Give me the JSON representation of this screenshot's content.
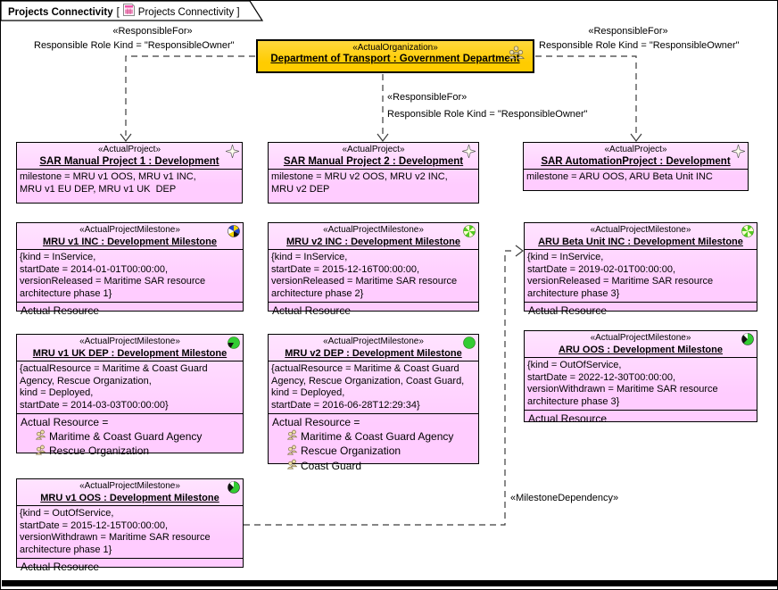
{
  "tab": {
    "title": "Projects Connectivity",
    "bracket_open": "[",
    "reference": "Projects Connectivity ]",
    "icon": "diagram-icon"
  },
  "organization": {
    "stereotype": "«ActualOrganization»",
    "name": "Department of Transport : Government Department",
    "icon": "organization-people-icon",
    "fill": "#ffcc00"
  },
  "relations": {
    "responsible_for_left": {
      "stereotype": "«ResponsibleFor»",
      "role_kind": "Responsible Role Kind = \"ResponsibleOwner\""
    },
    "responsible_for_middle": {
      "stereotype": "«ResponsibleFor»",
      "role_kind": "Responsible Role Kind = \"ResponsibleOwner\""
    },
    "responsible_for_right": {
      "stereotype": "«ResponsibleFor»",
      "role_kind": "Responsible Role Kind = \"ResponsibleOwner\""
    },
    "milestone_dependency": {
      "stereotype": "«MilestoneDependency»"
    }
  },
  "projects": [
    {
      "stereotype": "«ActualProject»",
      "name": "SAR Manual Project 1 : Development",
      "attributes": "milestone = MRU v1 OOS, MRU v1 INC,\nMRU v1 EU DEP, MRU v1 UK  DEP",
      "icon": "sparkle-icon"
    },
    {
      "stereotype": "«ActualProject»",
      "name": "SAR Manual Project 2 : Development",
      "attributes": "milestone = MRU v2 OOS, MRU v2 INC,\nMRU v2 DEP",
      "icon": "sparkle-icon"
    },
    {
      "stereotype": "«ActualProject»",
      "name": "SAR AutomationProject : Development",
      "attributes": "milestone = ARU OOS, ARU Beta Unit INC",
      "icon": "sparkle-icon"
    }
  ],
  "milestones": [
    {
      "stereotype": "«ActualProjectMilestone»",
      "name": "MRU v1 INC : Development Milestone",
      "constraints": "{kind = InService,\nstartDate = 2014-01-01T00:00:00,\nversionReleased = Maritime SAR resource\narchitecture phase 1}",
      "resource_label": "Actual Resource",
      "resources": [],
      "icon": "pie-multicolor-icon"
    },
    {
      "stereotype": "«ActualProjectMilestone»",
      "name": "MRU v2 INC : Development Milestone",
      "constraints": "{kind = InService,\nstartDate = 2015-12-16T00:00:00,\nversionReleased = Maritime SAR resource\narchitecture phase 2}",
      "resource_label": "Actual Resource",
      "resources": [],
      "icon": "pie-green-pinwheel-icon"
    },
    {
      "stereotype": "«ActualProjectMilestone»",
      "name": "ARU Beta Unit INC : Development Milestone",
      "constraints": "{kind = InService,\nstartDate = 2019-02-01T00:00:00,\nversionReleased = Maritime SAR resource\narchitecture phase 3}",
      "resource_label": "Actual Resource",
      "resources": [],
      "icon": "pie-green-pinwheel-icon"
    },
    {
      "stereotype": "«ActualProjectMilestone»",
      "name": "MRU v1 UK  DEP : Development Milestone",
      "constraints": "{actualResource = Maritime & Coast Guard\nAgency, Rescue Organization,\nkind = Deployed,\nstartDate = 2014-03-03T00:00:00}",
      "resource_label": "Actual Resource =",
      "resources": [
        "Maritime & Coast Guard Agency",
        "Rescue Organization"
      ],
      "icon": "pie-green-notch-icon"
    },
    {
      "stereotype": "«ActualProjectMilestone»",
      "name": "MRU v2 DEP : Development Milestone",
      "constraints": "{actualResource = Maritime & Coast Guard\nAgency, Rescue Organization, Coast Guard,\nkind = Deployed,\nstartDate = 2016-06-28T12:29:34}",
      "resource_label": "Actual Resource =",
      "resources": [
        "Maritime & Coast Guard Agency",
        "Rescue Organization",
        "Coast Guard"
      ],
      "icon": "circle-green-icon"
    },
    {
      "stereotype": "«ActualProjectMilestone»",
      "name": "ARU OOS : Development Milestone",
      "constraints": "{kind = OutOfService,\nstartDate = 2022-12-30T00:00:00,\nversionWithdrawn = Maritime SAR resource\narchitecture phase 3}",
      "resource_label": "Actual Resource",
      "resources": [],
      "icon": "pie-green-black-icon"
    },
    {
      "stereotype": "«ActualProjectMilestone»",
      "name": "MRU v1 OOS : Development Milestone",
      "constraints": "{kind = OutOfService,\nstartDate = 2015-12-15T00:00:00,\nversionWithdrawn = Maritime SAR resource\narchitecture phase 1}",
      "resource_label": "Actual Resource",
      "resources": [],
      "icon": "pie-green-black-icon"
    }
  ],
  "colors": {
    "organization_fill": "#ffcc00",
    "element_fill": "#ffccff",
    "border": "#000000",
    "connector": "#3c3c3c"
  }
}
